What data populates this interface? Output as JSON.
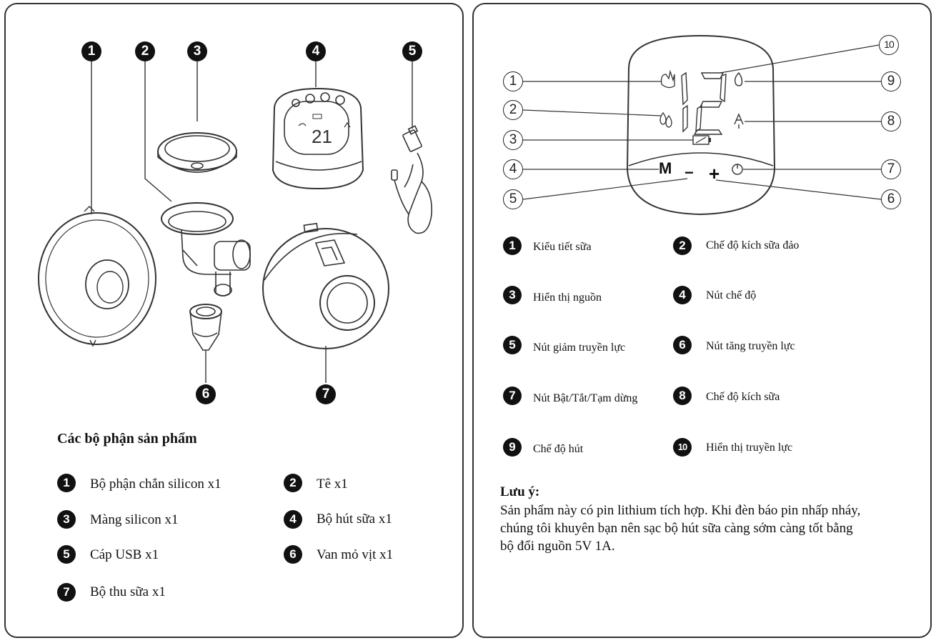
{
  "left": {
    "callouts": [
      "1",
      "2",
      "3",
      "4",
      "5",
      "6",
      "7"
    ],
    "title": "Các bộ phận sản phẩm",
    "parts": [
      {
        "num": "1",
        "label": "Bộ phận chắn silicon x1"
      },
      {
        "num": "2",
        "label": "Tê x1"
      },
      {
        "num": "3",
        "label": "Màng silicon x1"
      },
      {
        "num": "4",
        "label": "Bộ hút sữa x1"
      },
      {
        "num": "5",
        "label": "Cáp USB x1"
      },
      {
        "num": "6",
        "label": "Van mỏ vịt x1"
      },
      {
        "num": "7",
        "label": "Bộ thu sữa x1"
      }
    ]
  },
  "right": {
    "diagram": {
      "callouts": [
        "1",
        "2",
        "3",
        "4",
        "5",
        "6",
        "7",
        "8",
        "9",
        "10"
      ],
      "display_digit": "2",
      "mode_button": "M",
      "minus_button": "−",
      "plus_button": "+"
    },
    "legend": [
      {
        "num": "1",
        "label": "Kiểu tiết sữa"
      },
      {
        "num": "2",
        "label": "Chế độ kích sữa đảo"
      },
      {
        "num": "3",
        "label": "Hiển thị nguồn"
      },
      {
        "num": "4",
        "label": "Nút chế độ"
      },
      {
        "num": "5",
        "label": "Nút giảm truyền lực"
      },
      {
        "num": "6",
        "label": "Nút tăng truyền lực"
      },
      {
        "num": "7",
        "label": "Nút Bật/Tắt/Tạm dừng"
      },
      {
        "num": "8",
        "label": "Chế độ kích sữa"
      },
      {
        "num": "9",
        "label": "Chế độ hút"
      },
      {
        "num": "10",
        "label": "Hiển thị truyền lực"
      }
    ],
    "note": {
      "title": "Lưu ý:",
      "lines": [
        "Sản phẩm này có pin lithium tích hợp. Khi đèn báo pin nhấp nháy,",
        "chúng tôi khuyên bạn nên sạc bộ hút sữa càng sớm càng tốt bằng",
        "bộ đổi nguồn 5V 1A."
      ]
    }
  }
}
